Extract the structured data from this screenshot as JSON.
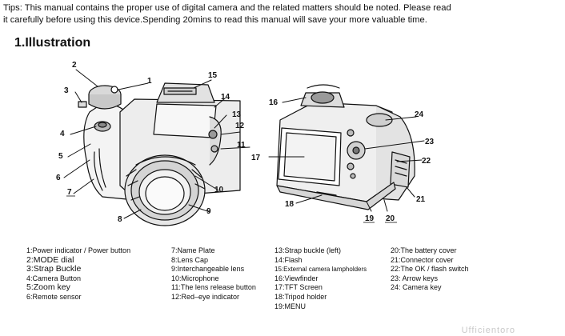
{
  "tips": {
    "line1": "Tips: This manual contains the proper use of digital camera and the related matters should be noted. Please read",
    "line2": "it carefully before using this device.Spending 20mins to read this manual will save your more valuable time."
  },
  "heading": "1.Illustration",
  "callouts": {
    "c1": "1",
    "c2": "2",
    "c3": "3",
    "c4": "4",
    "c5": "5",
    "c6": "6",
    "c7": "7",
    "c8": "8",
    "c9": "9",
    "c10": "10",
    "c11": "11",
    "c12": "12",
    "c13": "13",
    "c14": "14",
    "c15": "15",
    "c16": "16",
    "c17": "17",
    "c18": "18",
    "c19": "19",
    "c20": "20",
    "c21": "21",
    "c22": "22",
    "c23": "23",
    "c24": "24"
  },
  "legend": {
    "col1": [
      "1:Power indicator / Power button",
      "2:MODE dial",
      "3:Strap Buckle",
      "4:Camera Button",
      "5:Zoom key",
      "6:Remote sensor"
    ],
    "col2": [
      "7:Name Plate",
      "8:Lens Cap",
      "9:Interchangeable lens",
      "10:Microphone",
      "11:The lens release button",
      "12:Red–eye indicator"
    ],
    "col3": [
      "13:Strap buckle (left)",
      "14:Flash",
      "15:External camera lampholders",
      "16:Viewfinder",
      "17:TFT Screen",
      "18:Tripod holder",
      "19:MENU"
    ],
    "col4": [
      "20:The battery cover",
      "21:Connector cover",
      "22:The OK / flash switch",
      "23:  Arrow keys",
      "24:  Camera key"
    ]
  },
  "watermark": "Ufficientoro"
}
